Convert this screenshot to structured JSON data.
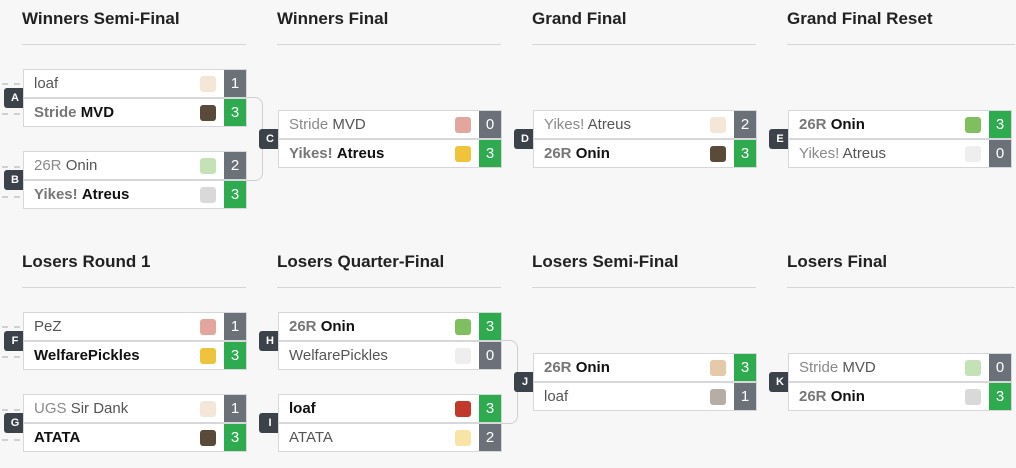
{
  "columns": {
    "w1": "Winners Semi-Final",
    "w2": "Winners Final",
    "w3": "Grand Final",
    "w4": "Grand Final Reset",
    "l1": "Losers Round 1",
    "l2": "Losers Quarter-Final",
    "l3": "Losers Semi-Final",
    "l4": "Losers Final"
  },
  "matches": {
    "A": {
      "id": "A",
      "p1": {
        "prefix": "",
        "name": "loaf",
        "score": "1",
        "win": false,
        "icon": "loaf-character-icon"
      },
      "p2": {
        "prefix": "Stride",
        "name": "MVD",
        "score": "3",
        "win": true,
        "icon": "mvd-character-icon"
      }
    },
    "B": {
      "id": "B",
      "p1": {
        "prefix": "26R",
        "name": "Onin",
        "score": "2",
        "win": false,
        "icon": "onin-character-icon"
      },
      "p2": {
        "prefix": "Yikes!",
        "name": "Atreus",
        "score": "3",
        "win": true,
        "icon": "atreus-character-icon"
      }
    },
    "C": {
      "id": "C",
      "p1": {
        "prefix": "Stride",
        "name": "MVD",
        "score": "0",
        "win": false
      },
      "p2": {
        "prefix": "Yikes!",
        "name": "Atreus",
        "score": "3",
        "win": true
      }
    },
    "D": {
      "id": "D",
      "p1": {
        "prefix": "Yikes!",
        "name": "Atreus",
        "score": "2",
        "win": false
      },
      "p2": {
        "prefix": "26R",
        "name": "Onin",
        "score": "3",
        "win": true
      }
    },
    "E": {
      "id": "E",
      "p1": {
        "prefix": "26R",
        "name": "Onin",
        "score": "3",
        "win": true
      },
      "p2": {
        "prefix": "Yikes!",
        "name": "Atreus",
        "score": "0",
        "win": false
      }
    },
    "F": {
      "id": "F",
      "p1": {
        "prefix": "",
        "name": "PeZ",
        "score": "1",
        "win": false
      },
      "p2": {
        "prefix": "",
        "name": "WelfarePickles",
        "score": "3",
        "win": true
      }
    },
    "G": {
      "id": "G",
      "p1": {
        "prefix": "UGS",
        "name": "Sir Dank",
        "score": "1",
        "win": false
      },
      "p2": {
        "prefix": "",
        "name": "ATATA",
        "score": "3",
        "win": true
      }
    },
    "H": {
      "id": "H",
      "p1": {
        "prefix": "26R",
        "name": "Onin",
        "score": "3",
        "win": true
      },
      "p2": {
        "prefix": "",
        "name": "WelfarePickles",
        "score": "0",
        "win": false
      }
    },
    "I": {
      "id": "I",
      "p1": {
        "prefix": "",
        "name": "loaf",
        "score": "3",
        "win": true
      },
      "p2": {
        "prefix": "",
        "name": "ATATA",
        "score": "2",
        "win": false
      }
    },
    "J": {
      "id": "J",
      "p1": {
        "prefix": "26R",
        "name": "Onin",
        "score": "3",
        "win": true
      },
      "p2": {
        "prefix": "",
        "name": "loaf",
        "score": "1",
        "win": false
      }
    },
    "K": {
      "id": "K",
      "p1": {
        "prefix": "Stride",
        "name": "MVD",
        "score": "0",
        "win": false
      },
      "p2": {
        "prefix": "26R",
        "name": "Onin",
        "score": "3",
        "win": true
      }
    }
  },
  "colors": {
    "win_score": "#2eaa4f",
    "lose_score": "#6b7178",
    "badge": "#3b424a"
  }
}
